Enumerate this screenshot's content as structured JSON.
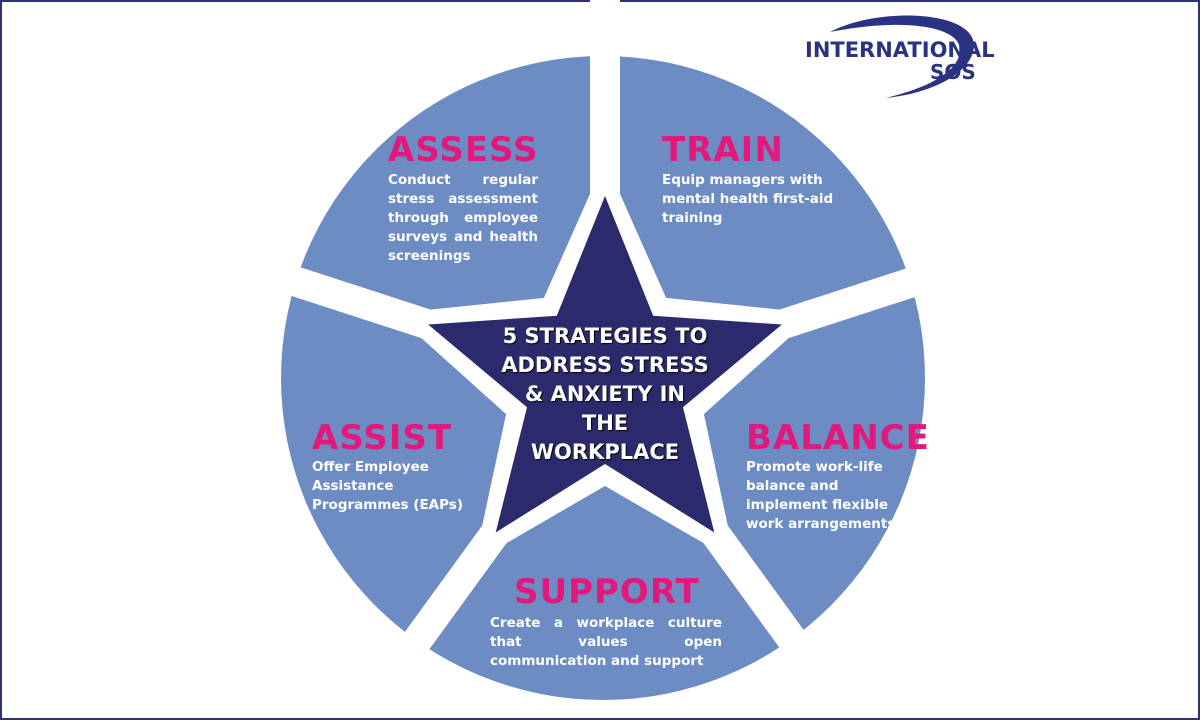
{
  "logo": {
    "line1": "INTERNATIONAL",
    "line2": "SOS"
  },
  "center_title": [
    "5 STRATEGIES TO",
    "ADDRESS STRESS",
    "& ANXIETY IN",
    "THE",
    "WORKPLACE"
  ],
  "segments": {
    "assess": {
      "title": "ASSESS",
      "text": "Conduct regular stress assessment through employee surveys and health screenings"
    },
    "train": {
      "title": "TRAIN",
      "text": "Equip managers with mental health first-aid training"
    },
    "balance": {
      "title": "BALANCE",
      "text": "Promote work-life balance and implement flexible work arrangements"
    },
    "support": {
      "title": "SUPPORT",
      "text": "Create a workplace culture that values open communication and support"
    },
    "assist": {
      "title": "ASSIST",
      "text": "Offer Employee Assistance Programmes (EAPs)"
    }
  },
  "colors": {
    "segment": "#6d8cc4",
    "star": "#2b2a6c",
    "accent": "#e2187b",
    "border": "#2e3377"
  }
}
